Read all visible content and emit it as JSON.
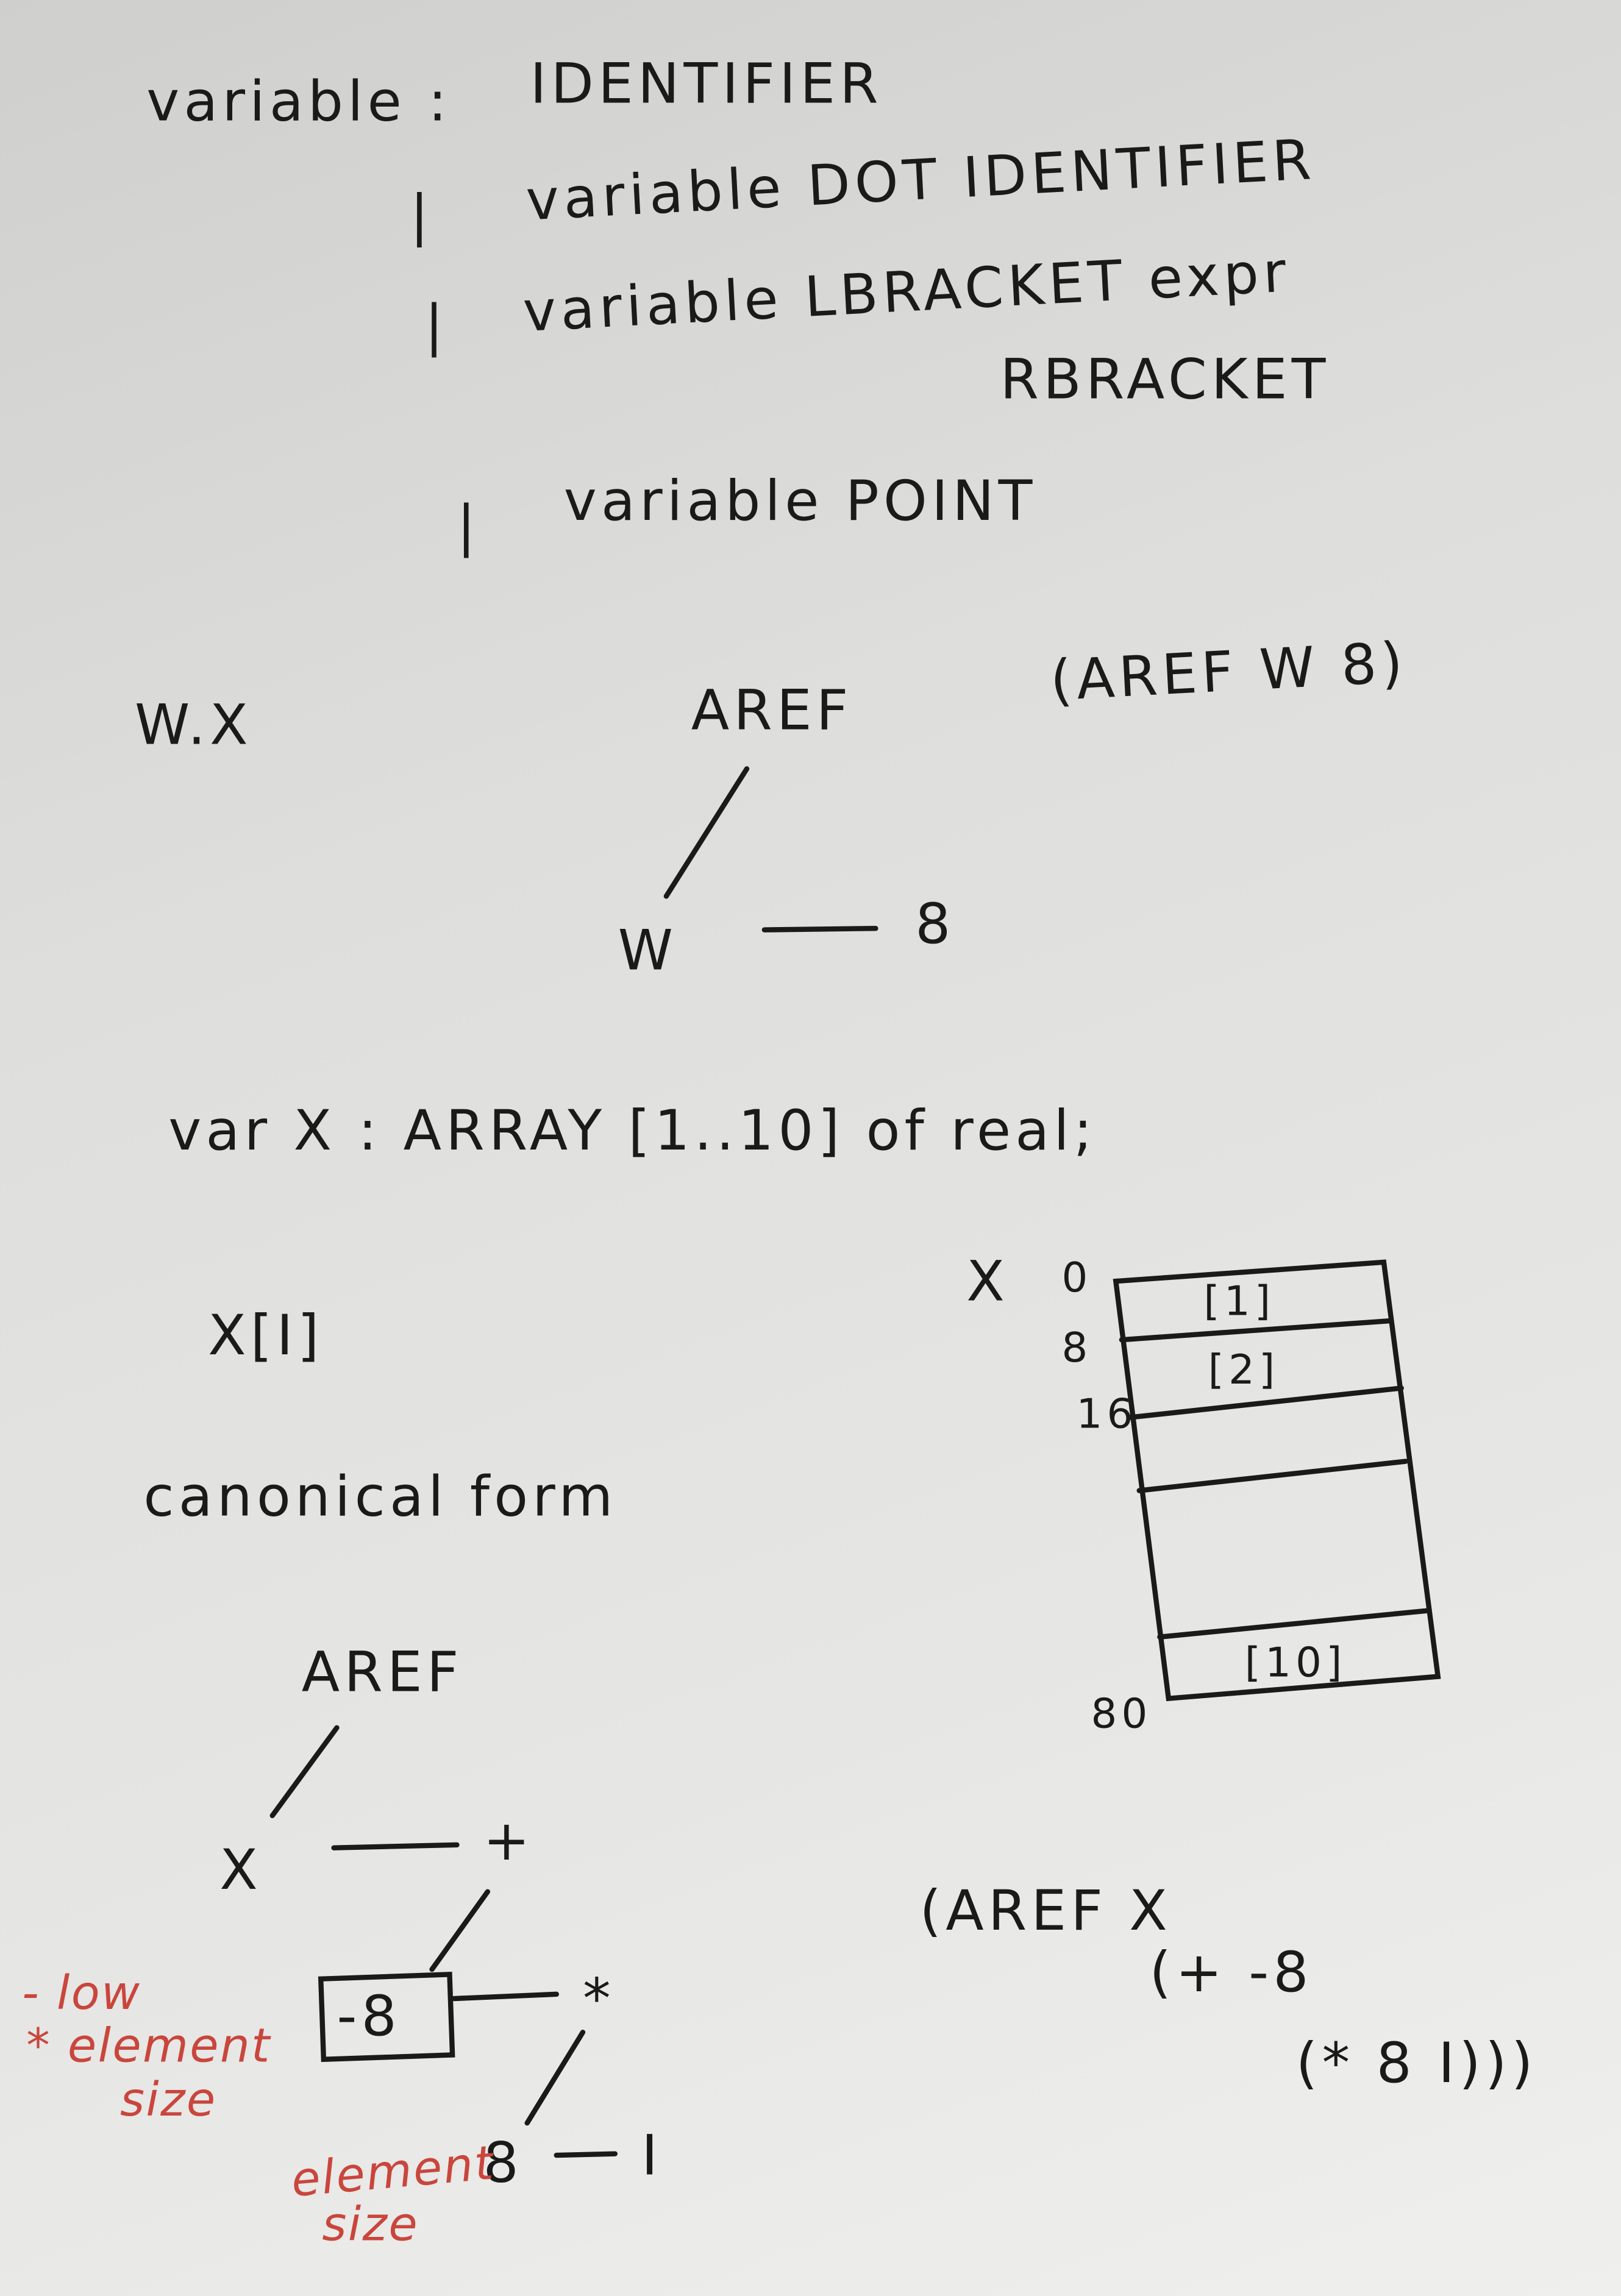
{
  "grammar": {
    "lhs": "variable :",
    "rules": [
      {
        "bar": "",
        "text": "IDENTIFIER"
      },
      {
        "bar": "|",
        "text": "variable DOT IDENTIFIER"
      },
      {
        "bar": "|",
        "text": "variable LBRACKET expr"
      },
      {
        "bar": "",
        "text": "RBRACKET"
      },
      {
        "bar": "|",
        "text": "variable POINT"
      }
    ]
  },
  "example1": {
    "expr": "W.X",
    "tree_root": "AREF",
    "tree_left": "W",
    "tree_right": "8",
    "sexpr": "(AREF W 8)"
  },
  "declaration": "var X : ARRAY [1..10] of real;",
  "access": "X[I]",
  "memory": {
    "var": "X",
    "offsets": [
      "0",
      "8",
      "16",
      "80"
    ],
    "cells": [
      "[1]",
      "[2]",
      "",
      "",
      "[10]"
    ]
  },
  "canonical": {
    "title": "canonical form",
    "root": "AREF",
    "x": "X",
    "plus": "+",
    "low": "-8",
    "times": "*",
    "size": "8",
    "index": "I",
    "note_low": [
      "- low",
      "* element",
      "size"
    ],
    "note_size": [
      "element",
      "size"
    ],
    "sexpr": [
      "(AREF X",
      "(+ -8",
      "(* 8 I)))"
    ]
  },
  "colors": {
    "ink": "#1a1a1a",
    "red_ink": "#c9463d",
    "paper": "#e2e2e0"
  }
}
